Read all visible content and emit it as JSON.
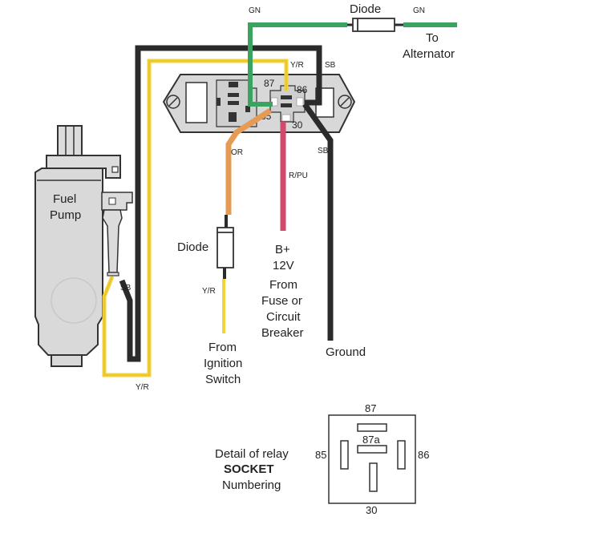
{
  "diagram": {
    "fuel_pump": {
      "label_line1": "Fuel",
      "label_line2": "Pump"
    },
    "wires": {
      "gn_top_label": "GN",
      "gn_right_label": "GN",
      "yr_top_label": "Y/R",
      "sb_top_label": "SB",
      "or_label": "OR",
      "rpu_label": "R/PU",
      "sb_right_label": "SB",
      "sb_pump_label": "SB",
      "yr_bottom_label": "Y/R",
      "yr_ignition_label": "Y/R"
    },
    "colors": {
      "green": "#3aa35f",
      "yellow": "#f3d23a",
      "black": "#2b2b2b",
      "orange": "#e69b55",
      "red_purple": "#d24a6a",
      "housing": "#d8d8d8"
    },
    "relay_terminals": {
      "t87": "87",
      "t86": "86",
      "t85": "85",
      "t30": "30"
    },
    "top_diode": {
      "label": "Diode",
      "dest_line1": "To",
      "dest_line2": "Alternator"
    },
    "ignition_diode": {
      "label": "Diode",
      "source_line1": "From",
      "source_line2": "Ignition",
      "source_line3": "Switch"
    },
    "power": {
      "line1": "B+",
      "line2": "12V",
      "line3": "From",
      "line4": "Fuse or",
      "line5": "Circuit",
      "line6": "Breaker"
    },
    "ground": {
      "label": "Ground"
    },
    "socket_detail": {
      "caption_line1": "Detail of relay",
      "caption_line2": "SOCKET",
      "caption_line3": "Numbering",
      "pin_87": "87",
      "pin_87a": "87a",
      "pin_85": "85",
      "pin_86": "86",
      "pin_30": "30"
    }
  }
}
